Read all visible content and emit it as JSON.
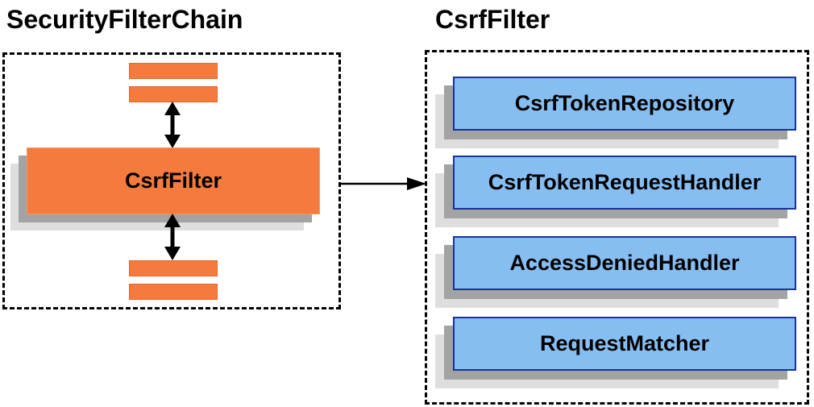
{
  "diagram": {
    "left_panel": {
      "title": "SecurityFilterChain",
      "filter_box_label": "CsrfFilter",
      "other_filters": [
        "filter-bar",
        "filter-bar",
        "filter-bar",
        "filter-bar"
      ]
    },
    "right_panel": {
      "title": "CsrfFilter",
      "components": [
        "CsrfTokenRepository",
        "CsrfTokenRequestHandler",
        "AccessDeniedHandler",
        "RequestMatcher"
      ]
    },
    "icons": {
      "vertical_arrows": "bidirectional-arrow",
      "horizontal_arrow": "flow-arrow"
    },
    "colors": {
      "orange_fill": "#f47b3d",
      "orange_border": "#e2662a",
      "blue_fill": "#87bef2",
      "blue_border": "#17349c",
      "shadow_mid": "#a3a3a3",
      "shadow_light": "#dedede",
      "arrow": "#000000",
      "text": "#000000",
      "background": "#ffffff"
    }
  }
}
